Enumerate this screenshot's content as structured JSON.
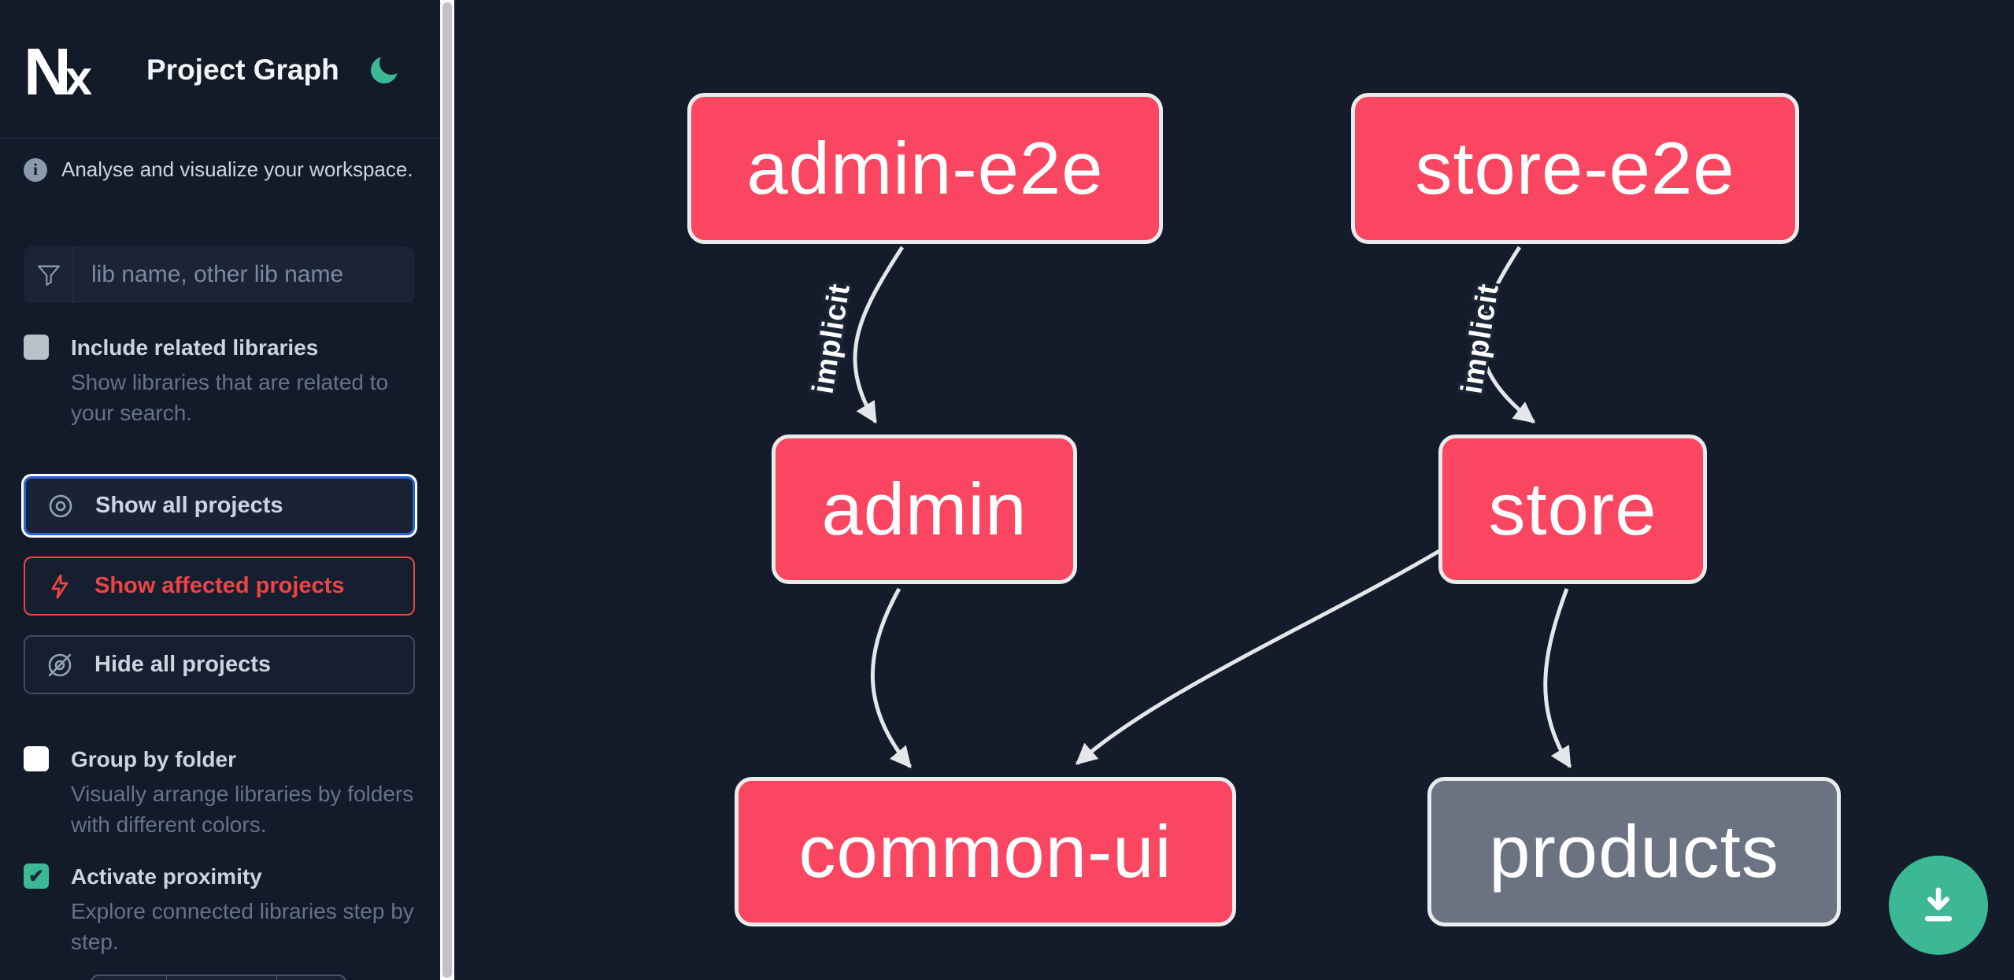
{
  "app": {
    "logo_text": "Nx",
    "title": "Project Graph",
    "theme_icon": "moon-icon"
  },
  "sidebar": {
    "tagline": "Analyse and visualize your workspace.",
    "search": {
      "placeholder": "lib name, other lib name",
      "value": ""
    },
    "options": [
      {
        "label": "Include related libraries",
        "description": "Show libraries that are related to your search.",
        "checked": false
      },
      {
        "label": "Group by folder",
        "description": "Visually arrange libraries by folders with different colors.",
        "checked": false
      },
      {
        "label": "Activate proximity",
        "description": "Explore connected libraries step by step.",
        "checked": true
      }
    ],
    "buttons": [
      {
        "label": "Show all projects",
        "icon": "eye-icon",
        "state": "focused"
      },
      {
        "label": "Show affected projects",
        "icon": "bolt-icon",
        "state": "affected"
      },
      {
        "label": "Hide all projects",
        "icon": "eye-off-icon",
        "state": "default"
      }
    ]
  },
  "graph": {
    "nodes": [
      {
        "id": "admin-e2e",
        "label": "admin-e2e",
        "color": "pink"
      },
      {
        "id": "store-e2e",
        "label": "store-e2e",
        "color": "pink"
      },
      {
        "id": "admin",
        "label": "admin",
        "color": "pink"
      },
      {
        "id": "store",
        "label": "store",
        "color": "pink"
      },
      {
        "id": "common-ui",
        "label": "common-ui",
        "color": "pink"
      },
      {
        "id": "products",
        "label": "products",
        "color": "gray"
      }
    ],
    "edges": [
      {
        "from": "admin-e2e",
        "to": "admin",
        "label": "implicit"
      },
      {
        "from": "store-e2e",
        "to": "store",
        "label": "implicit"
      },
      {
        "from": "admin",
        "to": "common-ui",
        "label": ""
      },
      {
        "from": "store",
        "to": "common-ui",
        "label": ""
      },
      {
        "from": "store",
        "to": "products",
        "label": ""
      }
    ]
  },
  "fab": {
    "icon": "download-icon"
  },
  "colors": {
    "bg": "#141b2a",
    "sidebar": "#131a29",
    "pink": "#fa4660",
    "gray": "#6b7382",
    "green": "#3cb994",
    "blue": "#2b63de",
    "red": "#ef4444",
    "edge": "#e4e6ea",
    "text": "#cbd5e1",
    "muted": "#64738c"
  }
}
